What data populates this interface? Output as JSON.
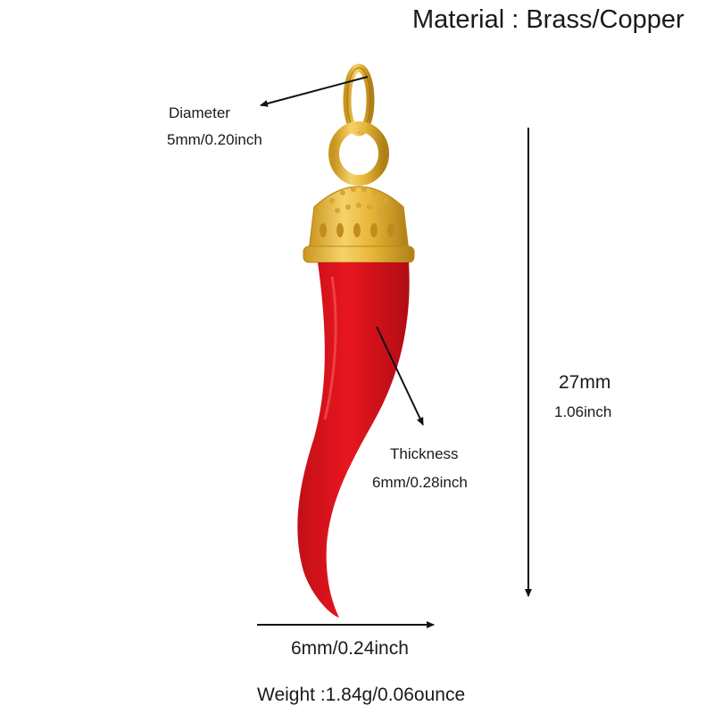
{
  "material": "Material : Brass/Copper",
  "diameter": {
    "label": "Diameter",
    "value": "5mm/0.20inch"
  },
  "thickness": {
    "label": "Thickness",
    "value": "6mm/0.28inch"
  },
  "length": {
    "mm": "27mm",
    "inch": "1.06inch"
  },
  "width": "6mm/0.24inch",
  "weight": "Weight :1.84g/0.06ounce",
  "colors": {
    "enamel_red": "#e0141e",
    "gold": "#e9b83a",
    "gold_dark": "#b9871b",
    "arrow": "#111111"
  },
  "icons": [
    "horn-pendant-image",
    "arrow-icon"
  ]
}
